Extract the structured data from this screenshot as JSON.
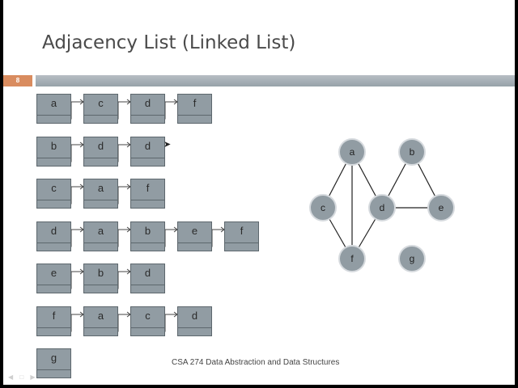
{
  "slide": {
    "title": "Adjacency List (Linked List)",
    "slide_number": "8",
    "footer": "CSA 274 Data Abstraction and Data Structures"
  },
  "adjacency_list": [
    [
      "a",
      "c",
      "d",
      "f"
    ],
    [
      "b",
      "d",
      "d"
    ],
    [
      "c",
      "a",
      "f"
    ],
    [
      "d",
      "a",
      "b",
      "e",
      "f"
    ],
    [
      "e",
      "b",
      "d"
    ],
    [
      "f",
      "a",
      "c",
      "d"
    ],
    [
      "g"
    ]
  ],
  "graph": {
    "vertices": [
      "a",
      "b",
      "c",
      "d",
      "e",
      "f",
      "g"
    ],
    "edges": [
      [
        "a",
        "c"
      ],
      [
        "a",
        "f"
      ],
      [
        "a",
        "d"
      ],
      [
        "c",
        "f"
      ],
      [
        "d",
        "f"
      ],
      [
        "d",
        "b"
      ],
      [
        "d",
        "e"
      ],
      [
        "b",
        "e"
      ]
    ]
  },
  "colors": {
    "node_fill": "#919ca3",
    "node_border": "#5d676d",
    "accent_orange": "#d98c5f",
    "header_bar": "#a8b1b7"
  }
}
